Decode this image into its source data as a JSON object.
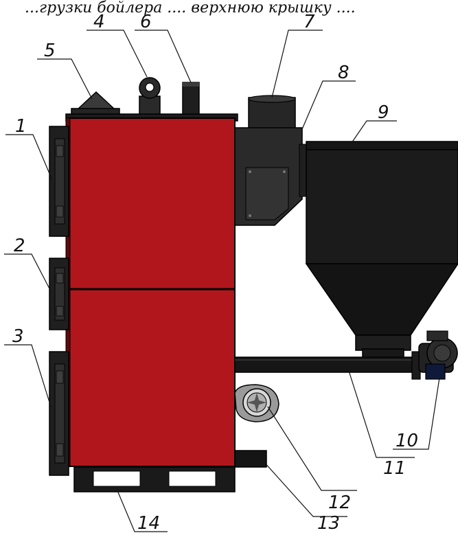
{
  "caption_fragment": "...грузки бойлера .... верхнюю крышку ....",
  "colors": {
    "body_red": "#b1161c",
    "steel_dark": "#2a2a2a",
    "steel_black": "#141414",
    "outline": "#000000"
  },
  "callouts": [
    {
      "id": "1",
      "part": "upper-door"
    },
    {
      "id": "2",
      "part": "middle-door"
    },
    {
      "id": "3",
      "part": "lower-door"
    },
    {
      "id": "4",
      "part": "lifting-eye"
    },
    {
      "id": "5",
      "part": "top-cap"
    },
    {
      "id": "6",
      "part": "pipe-nozzle"
    },
    {
      "id": "7",
      "part": "flue-outlet"
    },
    {
      "id": "8",
      "part": "burner-housing"
    },
    {
      "id": "9",
      "part": "hopper-lid"
    },
    {
      "id": "10",
      "part": "auger-motor"
    },
    {
      "id": "11",
      "part": "auger-tube"
    },
    {
      "id": "12",
      "part": "fan"
    },
    {
      "id": "13",
      "part": "lower-nozzle"
    },
    {
      "id": "14",
      "part": "base-frame"
    }
  ]
}
